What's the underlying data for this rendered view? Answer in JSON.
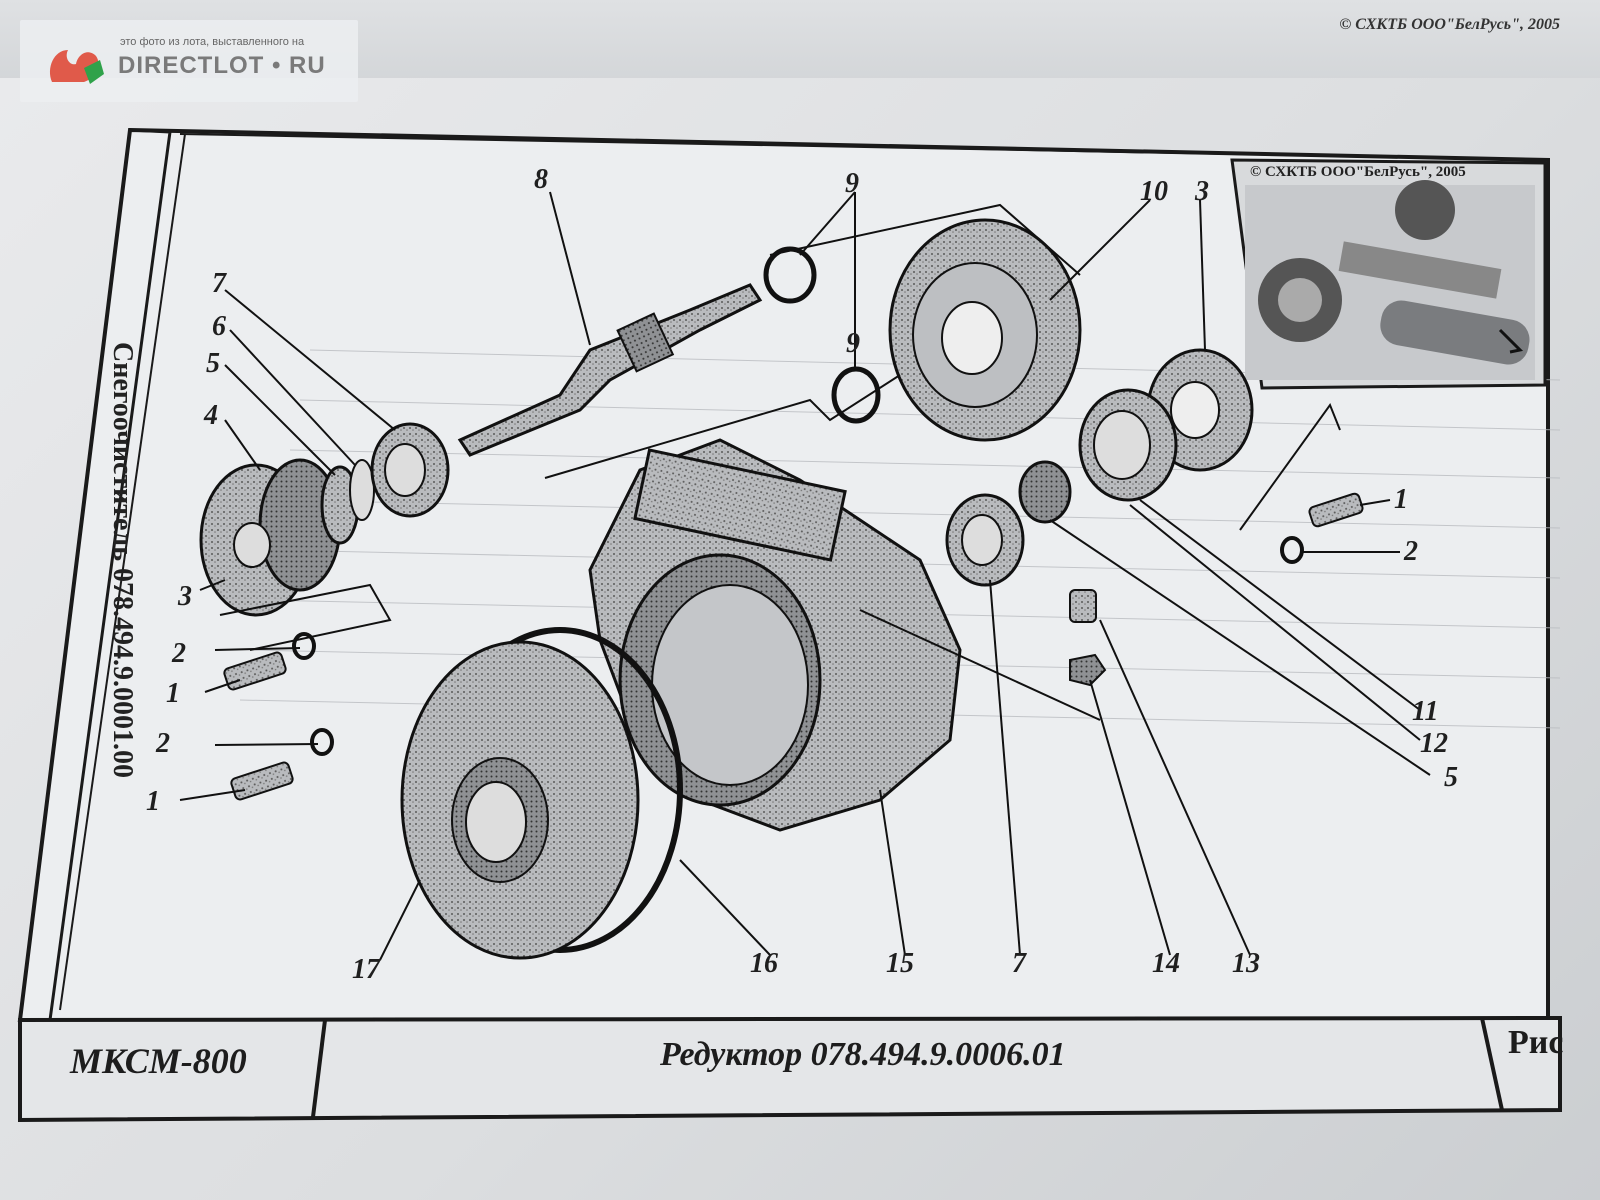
{
  "top_copyright": "© СХКТБ ООО\"БелРусь\", 2005",
  "watermark": {
    "line1": "это фото из лота, выставленного на",
    "line2": "DIRECTLOT • RU"
  },
  "vertical_title": "Снегоочиститель 078.494.9.0001.00",
  "vehicle_copyright": "© СХКТБ ООО\"БелРусь\", 2005",
  "title_block": {
    "model": "МКСМ-800",
    "part": "Редуктор 078.494.9.0006.01",
    "figure": "Рис"
  },
  "callouts": {
    "n1a": "1",
    "n2a": "2",
    "n3a": "3",
    "n4": "4",
    "n5a": "5",
    "n6": "6",
    "n7a": "7",
    "n8": "8",
    "n9a": "9",
    "n9b": "9",
    "n10": "10",
    "n3b": "3",
    "n1b": "1",
    "n2b": "2",
    "n1c": "1",
    "n2c": "2",
    "n11": "11",
    "n12": "12",
    "n5b": "5",
    "n17": "17",
    "n16": "16",
    "n15": "15",
    "n7b": "7",
    "n14": "14",
    "n13": "13"
  }
}
